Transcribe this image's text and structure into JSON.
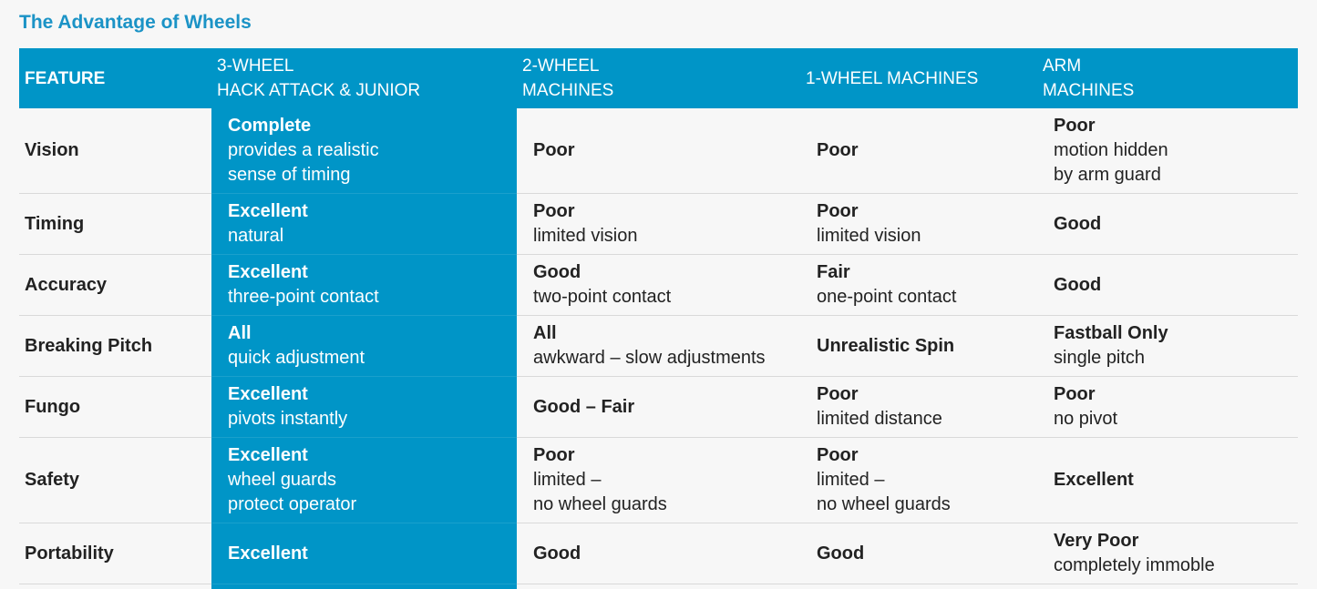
{
  "title": "The Advantage of Wheels",
  "headers": {
    "feature": "FEATURE",
    "three_wheel": [
      "3-WHEEL",
      "HACK ATTACK & JUNIOR"
    ],
    "two_wheel": [
      "2-WHEEL",
      "MACHINES"
    ],
    "one_wheel": [
      "1-WHEEL MACHINES"
    ],
    "arm": [
      "ARM",
      "MACHINES"
    ]
  },
  "rows": [
    {
      "feature": "Vision",
      "three_wheel": {
        "title": "Complete",
        "desc": [
          "provides a realistic",
          "sense of timing"
        ]
      },
      "two_wheel": {
        "title": "Poor",
        "desc": []
      },
      "one_wheel": {
        "title": "Poor",
        "desc": []
      },
      "arm": {
        "title": "Poor",
        "desc": [
          "motion hidden",
          "by arm guard"
        ]
      }
    },
    {
      "feature": "Timing",
      "three_wheel": {
        "title": "Excellent",
        "desc": [
          "natural"
        ]
      },
      "two_wheel": {
        "title": "Poor",
        "desc": [
          "limited vision"
        ]
      },
      "one_wheel": {
        "title": "Poor",
        "desc": [
          "limited vision"
        ]
      },
      "arm": {
        "title": "Good",
        "desc": []
      }
    },
    {
      "feature": "Accuracy",
      "three_wheel": {
        "title": "Excellent",
        "desc": [
          "three-point contact"
        ]
      },
      "two_wheel": {
        "title": "Good",
        "desc": [
          "two-point contact"
        ]
      },
      "one_wheel": {
        "title": "Fair",
        "desc": [
          "one-point contact"
        ]
      },
      "arm": {
        "title": "Good",
        "desc": []
      }
    },
    {
      "feature": "Breaking Pitch",
      "three_wheel": {
        "title": "All",
        "desc": [
          "quick adjustment"
        ]
      },
      "two_wheel": {
        "title": "All",
        "desc": [
          "awkward – slow adjustments"
        ]
      },
      "one_wheel": {
        "title": "Unrealistic Spin",
        "desc": []
      },
      "arm": {
        "title": "Fastball Only",
        "desc": [
          "single pitch"
        ]
      }
    },
    {
      "feature": "Fungo",
      "three_wheel": {
        "title": "Excellent",
        "desc": [
          "pivots instantly"
        ]
      },
      "two_wheel": {
        "title": "Good – Fair",
        "desc": []
      },
      "one_wheel": {
        "title": "Poor",
        "desc": [
          "limited distance"
        ]
      },
      "arm": {
        "title": "Poor",
        "desc": [
          "no pivot"
        ]
      }
    },
    {
      "feature": "Safety",
      "three_wheel": {
        "title": "Excellent",
        "desc": [
          "wheel guards",
          "protect operator"
        ]
      },
      "two_wheel": {
        "title": "Poor",
        "desc": [
          "limited –",
          "no wheel guards"
        ]
      },
      "one_wheel": {
        "title": "Poor",
        "desc": [
          "limited –",
          "no wheel guards"
        ]
      },
      "arm": {
        "title": "Excellent",
        "desc": []
      }
    },
    {
      "feature": "Portability",
      "three_wheel": {
        "title": "Excellent",
        "desc": []
      },
      "two_wheel": {
        "title": "Good",
        "desc": []
      },
      "one_wheel": {
        "title": "Good",
        "desc": []
      },
      "arm": {
        "title": "Very Poor",
        "desc": [
          "completely immoble"
        ]
      }
    }
  ],
  "colors": {
    "accent": "#0095c7",
    "title": "#1b93c6",
    "row_border": "#d9d9d9"
  }
}
